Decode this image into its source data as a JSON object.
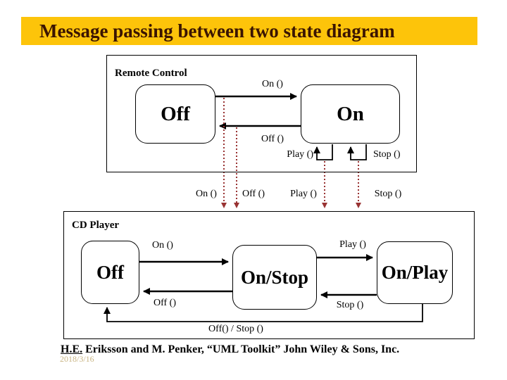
{
  "title": "Message passing between two state diagram",
  "remote_control": {
    "label": "Remote Control",
    "state_off": "Off",
    "state_on": "On",
    "msg_on": "On ()",
    "msg_off": "Off ()",
    "msg_play": "Play ()",
    "msg_stop": "Stop ()"
  },
  "channel": {
    "msg_on": "On ()",
    "msg_off": "Off ()",
    "msg_play": "Play ()",
    "msg_stop": "Stop ()"
  },
  "cd_player": {
    "label": "CD Player",
    "state_off": "Off",
    "state_on_stop": "On/Stop",
    "state_on_play": "On/Play",
    "msg_on": "On ()",
    "msg_off": "Off ()",
    "msg_play": "Play ()",
    "msg_stop": "Stop ()",
    "msg_off_stop": "Off() / Stop ()"
  },
  "footer": {
    "citation_head": "H.E.",
    "citation_rest": " Eriksson and M. Penker, “UML Toolkit” John Wiley & Sons, Inc.",
    "date": "2018/3/16"
  },
  "colors": {
    "title_bg": "#fdc40a",
    "title_text": "#3b1502",
    "message_line": "#993333",
    "date_text": "#c9b584",
    "line_black": "#000000"
  }
}
